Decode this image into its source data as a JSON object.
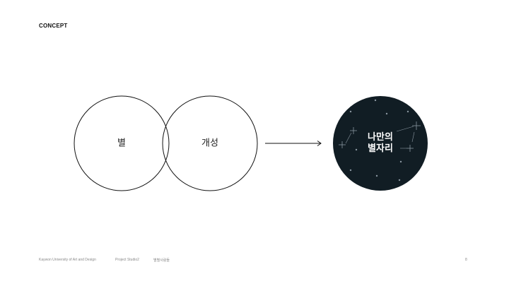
{
  "header": {
    "title": "CONCEPT"
  },
  "diagram": {
    "circle_left_label": "별",
    "circle_right_label": "개성",
    "result_line1": "나만의",
    "result_line2": "별자리"
  },
  "footer": {
    "university": "Kaywon University of Art and Design",
    "course": "Project Studio2",
    "team": "별별사람들",
    "page_number": "8"
  },
  "colors": {
    "result_fill": "#111d24",
    "star": "#8a96a0"
  }
}
